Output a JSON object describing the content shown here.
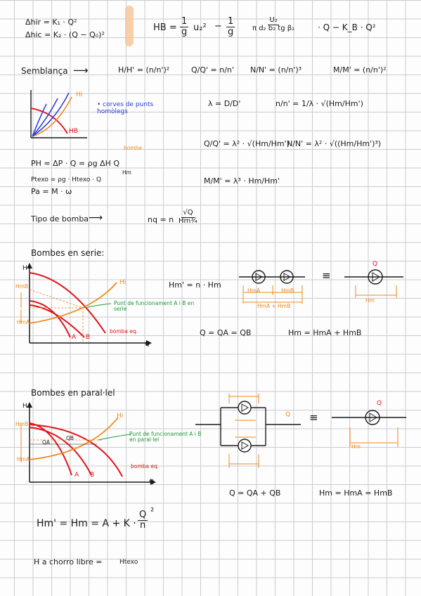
{
  "losses": {
    "line1": "Δhir = K₁ · Q²",
    "line2": "Δhic = K₂ · (Q − Q₀)²"
  },
  "hb_formula": {
    "lhs": "HB =",
    "t1_num": "1",
    "t1_den": "g",
    "t1_var": "u₂²",
    "minus": "−",
    "t2_num": "1",
    "t2_den": "g",
    "t3_num": "U₂",
    "t3_den": "π d₂ b₂ tg β₂",
    "tail": "· Q − K_B · Q²"
  },
  "similarity": {
    "label": "Semblança",
    "arrow": "⟶",
    "h_ratio": "H/H' = (n/n')²",
    "q_ratio": "Q/Q' = n/n'",
    "n_ratio": "N/N' = (n/n')³",
    "m_ratio": "M/M' = (n/n')²",
    "lambda_d": "λ = D/D'",
    "n_lambda": "n/n' = 1/λ · √(Hm/Hm')",
    "q_lambda": "Q/Q' = λ² · √(Hm/Hm')",
    "N_lambda": "N/N' = λ² · √((Hm/Hm')³)",
    "m_lambda": "M/M' = λ³ · Hm/Hm'"
  },
  "homologous": {
    "text": "• corves de punts homòlegs",
    "hi": "Hi",
    "hb": "HB"
  },
  "power": {
    "ph": "PH = ΔP · Q = ρg ΔH Q",
    "bomba": "bomba",
    "hm": "Hm",
    "ptex": "Ptexo = ρg · Htexo · Q",
    "pa": "Pa = M · ω"
  },
  "pump_type": {
    "label": "Tipo de bomba",
    "arrow": "⟶",
    "formula_left": "nq = n",
    "formula_num": "√Q",
    "formula_den": "Hm¾"
  },
  "series": {
    "title": "Bombes en serie:",
    "hm_eq": "Hm' = n · Hm",
    "equiv": "≡",
    "q_label": "Q",
    "hm_a": "HmA",
    "hm_b": "HmB",
    "hm_ab": "HmA + HmB",
    "hm": "Hm",
    "q_relation": "Q = QA = QB",
    "hm_relation": "Hm = HmA + HmB",
    "axis_h": "H",
    "axis_q": "Q",
    "hmb": "HmB",
    "hma": "HmA",
    "curve_a": "A",
    "curve_b": "B",
    "hi": "Hi",
    "point_label": "Punt de funcionament A i B en serie",
    "bomba_eq": "bomba eq."
  },
  "parallel": {
    "title": "Bombes en paral·lel",
    "axis_h": "H",
    "axis_q": "Q",
    "hmb": "HmB",
    "hma": "HmA",
    "curve_a": "A",
    "curve_b": "B",
    "hi": "Hi",
    "qa": "QA",
    "qb": "QB",
    "point_label": "Punt de funcionament A i B en paral·lel",
    "bomba_eq": "bomba eq.",
    "equiv": "≡",
    "q_label": "Q",
    "q_rel": "Q",
    "hm": "Hm",
    "q_relation": "Q = QA + QB",
    "hm_relation": "Hm = HmA = HmB"
  },
  "final_formula": {
    "lhs": "Hm' = Hm = A + K ·",
    "num": "Q",
    "den": "n",
    "pow": "²"
  },
  "chorro": {
    "text": "H a chorro libre =",
    "value": "Htexo"
  },
  "colors": {
    "red": "#e0141c",
    "orange": "#ee8a1c",
    "blue": "#2b3bd6",
    "green": "#1c9a3a",
    "highlight": "#f6c79a"
  }
}
